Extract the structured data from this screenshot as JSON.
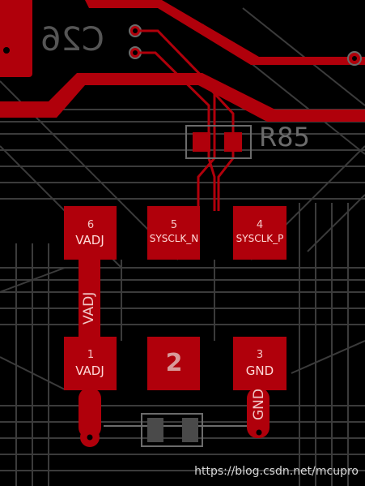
{
  "board": {
    "colors": {
      "background": "#000000",
      "copper": "#b0000b",
      "copper_dark": "#950008",
      "grid": "#3b3b3b",
      "silkscreen": "#6b6b6b"
    },
    "pads": [
      {
        "number": "6",
        "net": "VADJ"
      },
      {
        "number": "5",
        "net": "SYSCLK_N"
      },
      {
        "number": "4",
        "net": "SYSCLK_P"
      },
      {
        "number": "1",
        "net": "VADJ"
      },
      {
        "number": "2",
        "net": ""
      },
      {
        "number": "3",
        "net": "GND"
      }
    ],
    "trace_labels": {
      "vadj": "VADJ",
      "gnd": "GND"
    },
    "silkscreen": {
      "refdes": "R85",
      "top_left": "C26"
    },
    "watermark": "https://blog.csdn.net/mcupro"
  }
}
